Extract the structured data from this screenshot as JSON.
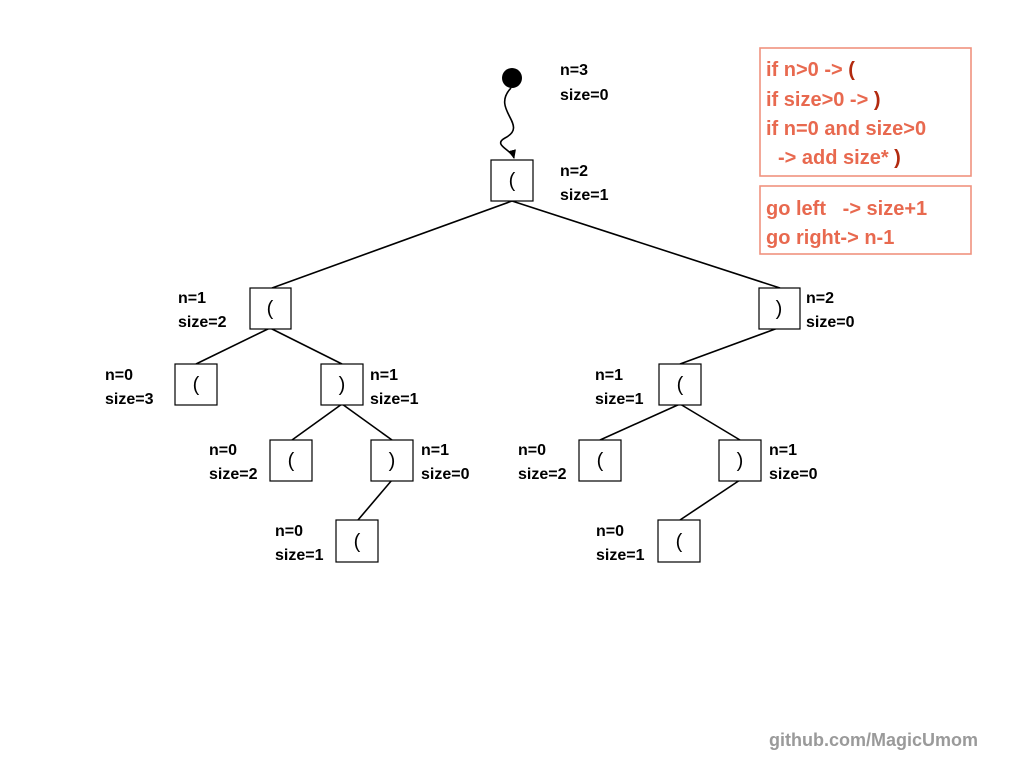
{
  "root": {
    "n_label": "n=3",
    "size_label": "size=0"
  },
  "nodes": [
    {
      "symbol": "(",
      "n_label": "n=2",
      "size_label": "size=1"
    },
    {
      "symbol": "(",
      "n_label": "n=1",
      "size_label": "size=2"
    },
    {
      "symbol": ")",
      "n_label": "n=2",
      "size_label": "size=0"
    },
    {
      "symbol": "(",
      "n_label": "n=0",
      "size_label": "size=3"
    },
    {
      "symbol": ")",
      "n_label": "n=1",
      "size_label": "size=1"
    },
    {
      "symbol": "(",
      "n_label": "n=1",
      "size_label": "size=1"
    },
    {
      "symbol": "(",
      "n_label": "n=0",
      "size_label": "size=2"
    },
    {
      "symbol": ")",
      "n_label": "n=1",
      "size_label": "size=0"
    },
    {
      "symbol": "(",
      "n_label": "n=0",
      "size_label": "size=2"
    },
    {
      "symbol": ")",
      "n_label": "n=1",
      "size_label": "size=0"
    },
    {
      "symbol": "(",
      "n_label": "n=0",
      "size_label": "size=1"
    },
    {
      "symbol": "(",
      "n_label": "n=0",
      "size_label": "size=1"
    }
  ],
  "rules": {
    "line1_text": "if n>0 -> ",
    "line1_paren": "(",
    "line2_text": "if size>0 -> ",
    "line2_paren": ")",
    "line3_text": "if n=0 and size>0",
    "line4_text": "-> add size* ",
    "line4_paren": ")",
    "line5_text": "go left   -> size+1",
    "line6_text": "go right-> n-1"
  },
  "watermark": "github.com/MagicUmom",
  "colors": {
    "rule_text": "#e8694f",
    "rule_paren": "#b22a0f",
    "rule_border": "#f0927f",
    "watermark": "#9a9a9a"
  }
}
